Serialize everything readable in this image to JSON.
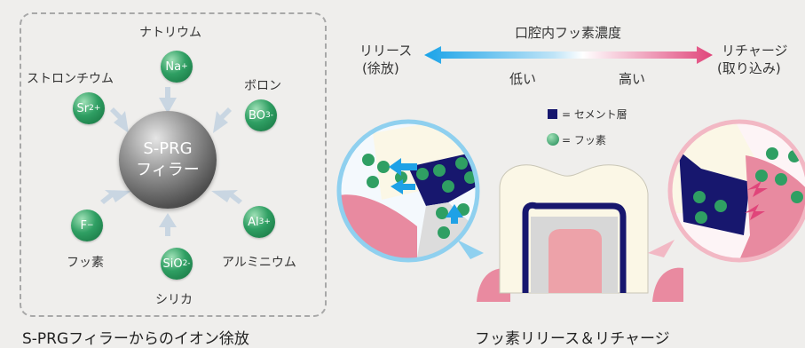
{
  "left_panel": {
    "center": {
      "line1": "S-PRG",
      "line2": "フィラー"
    },
    "ions": {
      "na": {
        "name": "ナトリウム",
        "symbol": "Na",
        "charge": "+"
      },
      "sr": {
        "name": "ストロンチウム",
        "symbol": "Sr",
        "charge": "2+"
      },
      "b": {
        "name": "ボロン",
        "symbol": "BO",
        "charge": "3-"
      },
      "f": {
        "name": "フッ素",
        "symbol": "F",
        "charge": "−"
      },
      "al": {
        "name": "アルミニウム",
        "symbol": "Al",
        "charge": "3+"
      },
      "si": {
        "name": "シリカ",
        "symbol": "SiO",
        "charge": "2-"
      }
    },
    "caption": "S-PRGフィラーからのイオン徐放"
  },
  "right_panel": {
    "gradient_title": "口腔内フッ素濃度",
    "left_term": {
      "line1": "リリース",
      "line2": "(徐放)"
    },
    "right_term": {
      "line1": "リチャージ",
      "line2": "(取り込み)"
    },
    "low": "低い",
    "high": "高い",
    "legend": {
      "cement": "= セメント層",
      "fluorine": "= フッ素"
    },
    "caption": "フッ素リリース＆リチャージ"
  },
  "colors": {
    "ion_green": "#2f9f63",
    "cement_navy": "#17176e",
    "release_blue": "#1ea1e6",
    "recharge_pink": "#e0457a"
  }
}
